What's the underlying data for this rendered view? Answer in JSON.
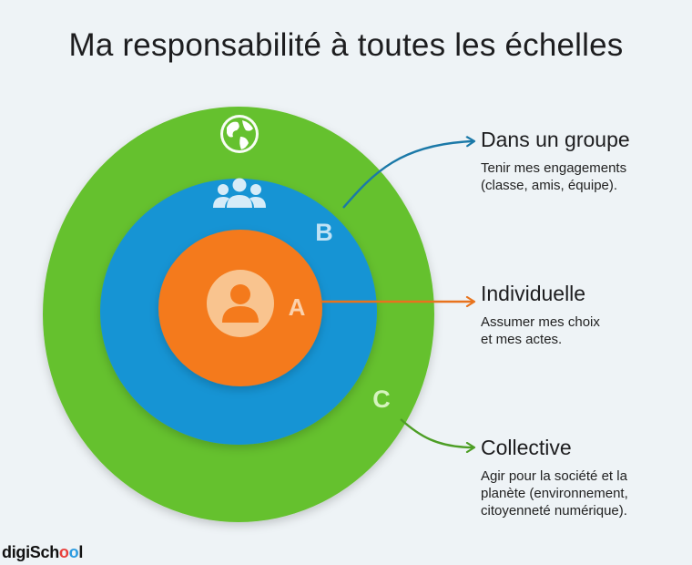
{
  "title": "Ma responsabilité à toutes les échelles",
  "circles": {
    "outer": {
      "letter": "C",
      "color": "#65c12f",
      "icon": "globe-icon"
    },
    "middle": {
      "letter": "B",
      "color": "#1994d4",
      "icon": "group-icon"
    },
    "inner": {
      "letter": "A",
      "color": "#f47a1c",
      "icon": "person-icon"
    }
  },
  "callouts": {
    "group": {
      "heading": "Dans un groupe",
      "description": "Tenir mes engagements\n(classe, amis, équipe).",
      "color": "#1b79a8"
    },
    "individual": {
      "heading": "Individuelle",
      "description": "Assumer mes choix\net mes actes.",
      "color": "#e8731d"
    },
    "collective": {
      "heading": "Collective",
      "description": "Agir pour la société et la\nplanète (environnement,\ncitoyenneté numérique).",
      "color": "#4d9e25"
    }
  },
  "brand": {
    "prefix": "digiSch",
    "o1": "o",
    "o2": "o",
    "suffix": "l"
  }
}
